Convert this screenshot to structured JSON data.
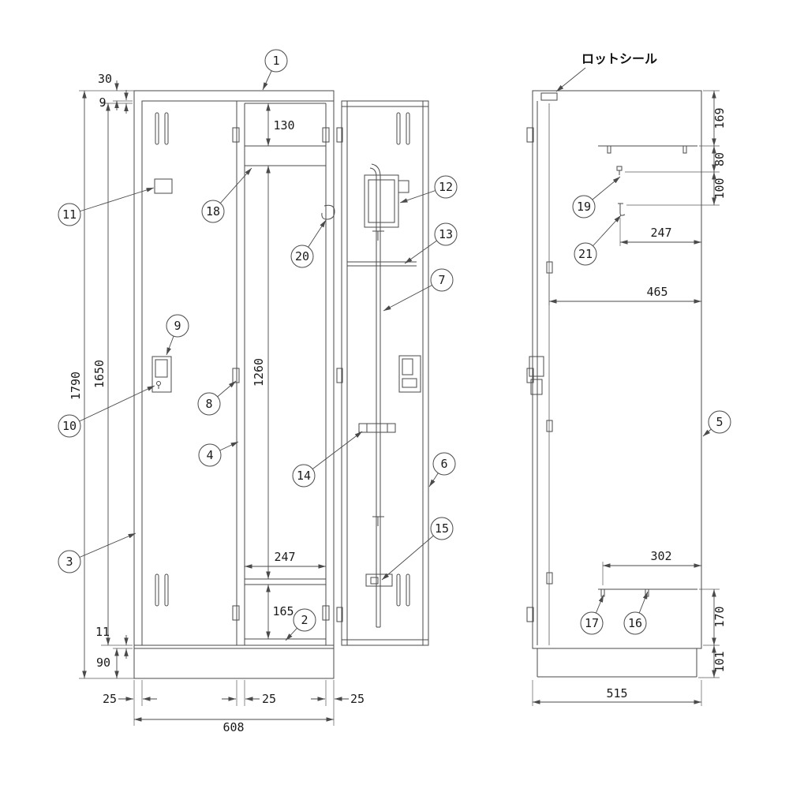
{
  "drawing": {
    "bg": "#ffffff",
    "line_color": "#4a4a4a",
    "views": [
      "front-open-door",
      "side-section"
    ]
  },
  "labels": {
    "lot_seal": "ロットシール"
  },
  "balloons": {
    "b1": "1",
    "b2": "2",
    "b3": "3",
    "b4": "4",
    "b5": "5",
    "b6": "6",
    "b7": "7",
    "b8": "8",
    "b9": "9",
    "b10": "10",
    "b11": "11",
    "b12": "12",
    "b13": "13",
    "b14": "14",
    "b15": "15",
    "b16": "16",
    "b17": "17",
    "b18": "18",
    "b19": "19",
    "b20": "20",
    "b21": "21"
  },
  "front_dims": {
    "d30": "30",
    "d9": "9",
    "d1790": "1790",
    "d1650": "1650",
    "d130": "130",
    "d1260": "1260",
    "d247": "247",
    "d165": "165",
    "d11": "11",
    "d90": "90",
    "d25_left": "25",
    "d25_mid": "25",
    "d25_right": "25",
    "d608": "608"
  },
  "side_dims": {
    "d169": "169",
    "d80": "80",
    "d100": "100",
    "d247": "247",
    "d465": "465",
    "d302": "302",
    "d170": "170",
    "d101": "101",
    "d515": "515"
  }
}
